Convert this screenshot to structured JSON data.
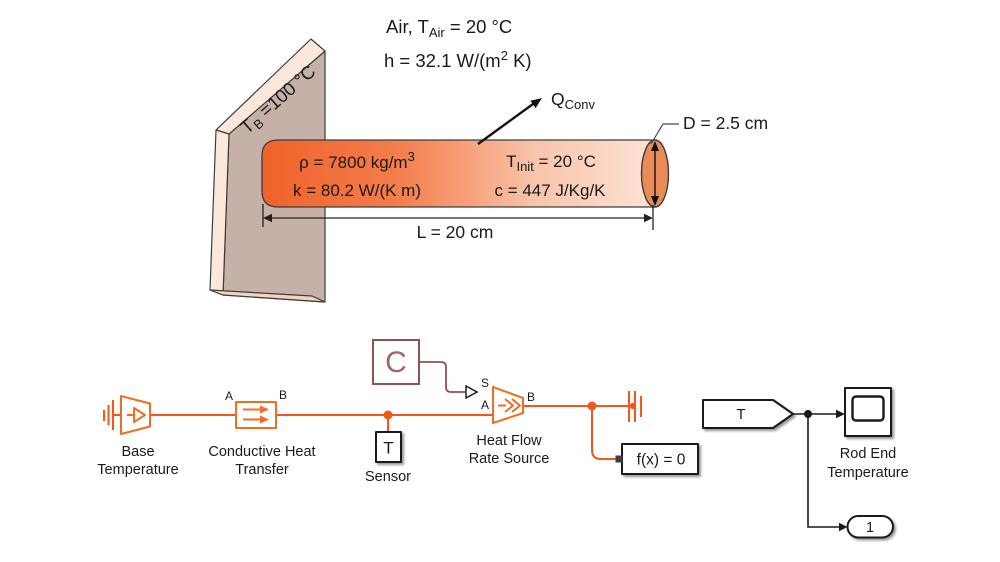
{
  "illustration": {
    "air_line": {
      "pre": "Air, T",
      "sub": "Air",
      "post": " = 20 °C"
    },
    "h_line": {
      "pre": "h = 32.1 W/(m",
      "sup": "2",
      "post": " K)"
    },
    "wall_label": {
      "pre": "T",
      "sub": "B",
      "post": " =100 °C"
    },
    "rho_label": {
      "pre": "ρ = 7800 kg/m",
      "sup": "3"
    },
    "k_label": "k = 80.2 W/(K m)",
    "tinit_label": {
      "pre": "T",
      "sub": "Init",
      "post": " = 20 °C"
    },
    "c_label": "c = 447 J/Kg/K",
    "q_conv_label": {
      "pre": "Q",
      "sub": "Conv"
    },
    "diameter_label": "D = 2.5 cm",
    "length_label": "L = 20 cm"
  },
  "diagram": {
    "base_temperature": {
      "label1": "Base",
      "label2": "Temperature"
    },
    "conductive_heat_transfer": {
      "label1": "Conductive Heat",
      "label2": "Transfer",
      "port_a": "A",
      "port_b": "B"
    },
    "sensor": {
      "icon": "T",
      "label": "Sensor"
    },
    "ps_constant": {
      "icon": "C"
    },
    "heat_flow_rate_source": {
      "label1": "Heat Flow",
      "label2": "Rate Source",
      "port_s": "S",
      "port_a": "A",
      "port_b": "B"
    },
    "solver": {
      "label": "f(x) = 0"
    },
    "from_tag": {
      "label": "T"
    },
    "scope": {
      "label1": "Rod End",
      "label2": "Temperature"
    },
    "outport": {
      "label": "1"
    }
  },
  "colors": {
    "thermal_orange": "#F2571B",
    "block_orange": "#F06E23",
    "physical_signal": "#8E5252",
    "ps_constant_glyph": "#A36464",
    "wall_front": "#C6B1A8",
    "wall_side": "#FBE8DB",
    "wall_bottom": "#F3D3BE",
    "rod_gradient_start": "#F0622A",
    "rod_gradient_mid1": "#F47E4C",
    "rod_gradient_mid2": "#F9C5AB",
    "rod_gradient_end": "#FCE3D6",
    "rod_cap": "#E98B57"
  }
}
